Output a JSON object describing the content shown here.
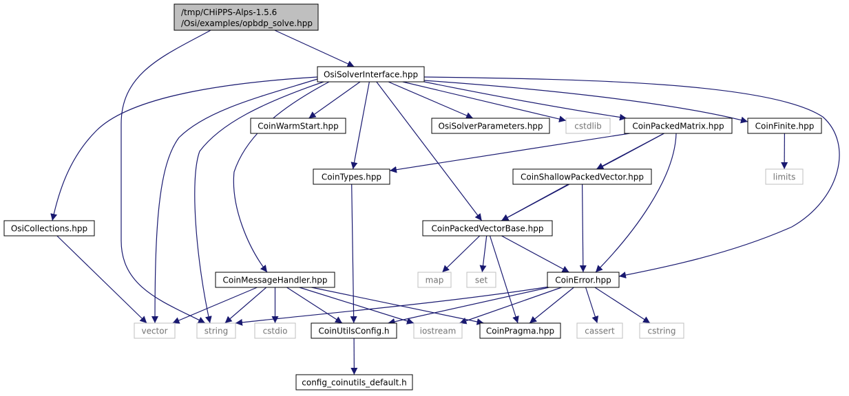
{
  "colors": {
    "edge": "#191970",
    "node_border": "#000000",
    "external_border": "#bfbfbf",
    "external_text": "#737373",
    "root_fill": "#bfbfbf",
    "text": "#000000"
  },
  "nodes": [
    {
      "id": "root",
      "lines": [
        "/tmp/CHiPPS-Alps-1.5.6",
        "/Osi/examples/opbdp_solve.hpp"
      ],
      "kind": "root"
    },
    {
      "id": "OsiSolverInterface",
      "lines": [
        "OsiSolverInterface.hpp"
      ],
      "kind": "internal"
    },
    {
      "id": "CoinWarmStart",
      "lines": [
        "CoinWarmStart.hpp"
      ],
      "kind": "internal"
    },
    {
      "id": "OsiSolverParameters",
      "lines": [
        "OsiSolverParameters.hpp"
      ],
      "kind": "internal"
    },
    {
      "id": "cstdlib",
      "lines": [
        "cstdlib"
      ],
      "kind": "external"
    },
    {
      "id": "CoinPackedMatrix",
      "lines": [
        "CoinPackedMatrix.hpp"
      ],
      "kind": "internal"
    },
    {
      "id": "CoinFinite",
      "lines": [
        "CoinFinite.hpp"
      ],
      "kind": "internal"
    },
    {
      "id": "limits",
      "lines": [
        "limits"
      ],
      "kind": "external"
    },
    {
      "id": "CoinTypes",
      "lines": [
        "CoinTypes.hpp"
      ],
      "kind": "internal"
    },
    {
      "id": "CoinShallowPackedVector",
      "lines": [
        "CoinShallowPackedVector.hpp"
      ],
      "kind": "internal"
    },
    {
      "id": "OsiCollections",
      "lines": [
        "OsiCollections.hpp"
      ],
      "kind": "internal"
    },
    {
      "id": "CoinPackedVectorBase",
      "lines": [
        "CoinPackedVectorBase.hpp"
      ],
      "kind": "internal"
    },
    {
      "id": "CoinMessageHandler",
      "lines": [
        "CoinMessageHandler.hpp"
      ],
      "kind": "internal"
    },
    {
      "id": "map",
      "lines": [
        "map"
      ],
      "kind": "external"
    },
    {
      "id": "set",
      "lines": [
        "set"
      ],
      "kind": "external"
    },
    {
      "id": "CoinError",
      "lines": [
        "CoinError.hpp"
      ],
      "kind": "internal"
    },
    {
      "id": "vector",
      "lines": [
        "vector"
      ],
      "kind": "external"
    },
    {
      "id": "string",
      "lines": [
        "string"
      ],
      "kind": "external"
    },
    {
      "id": "cstdio",
      "lines": [
        "cstdio"
      ],
      "kind": "external"
    },
    {
      "id": "CoinUtilsConfig",
      "lines": [
        "CoinUtilsConfig.h"
      ],
      "kind": "internal"
    },
    {
      "id": "iostream",
      "lines": [
        "iostream"
      ],
      "kind": "external"
    },
    {
      "id": "CoinPragma",
      "lines": [
        "CoinPragma.hpp"
      ],
      "kind": "internal"
    },
    {
      "id": "cassert",
      "lines": [
        "cassert"
      ],
      "kind": "external"
    },
    {
      "id": "cstring",
      "lines": [
        "cstring"
      ],
      "kind": "external"
    },
    {
      "id": "config_coinutils_default",
      "lines": [
        "config_coinutils_default.h"
      ],
      "kind": "internal"
    }
  ],
  "edges": [
    [
      "root",
      "OsiSolverInterface"
    ],
    [
      "root",
      "string"
    ],
    [
      "OsiSolverInterface",
      "CoinWarmStart"
    ],
    [
      "OsiSolverInterface",
      "OsiSolverParameters"
    ],
    [
      "OsiSolverInterface",
      "cstdlib"
    ],
    [
      "OsiSolverInterface",
      "CoinPackedMatrix"
    ],
    [
      "OsiSolverInterface",
      "CoinFinite"
    ],
    [
      "OsiSolverInterface",
      "CoinTypes"
    ],
    [
      "OsiSolverInterface",
      "OsiCollections"
    ],
    [
      "OsiSolverInterface",
      "CoinPackedVectorBase"
    ],
    [
      "OsiSolverInterface",
      "CoinMessageHandler"
    ],
    [
      "OsiSolverInterface",
      "CoinError"
    ],
    [
      "OsiSolverInterface",
      "vector"
    ],
    [
      "OsiSolverInterface",
      "string"
    ],
    [
      "CoinPackedMatrix",
      "CoinTypes"
    ],
    [
      "CoinPackedMatrix",
      "CoinShallowPackedVector"
    ],
    [
      "CoinPackedMatrix",
      "CoinPackedVectorBase"
    ],
    [
      "CoinPackedMatrix",
      "CoinError"
    ],
    [
      "CoinFinite",
      "limits"
    ],
    [
      "CoinShallowPackedVector",
      "CoinPackedVectorBase"
    ],
    [
      "CoinShallowPackedVector",
      "CoinError"
    ],
    [
      "CoinTypes",
      "CoinUtilsConfig"
    ],
    [
      "OsiCollections",
      "vector"
    ],
    [
      "CoinPackedVectorBase",
      "map"
    ],
    [
      "CoinPackedVectorBase",
      "set"
    ],
    [
      "CoinPackedVectorBase",
      "CoinError"
    ],
    [
      "CoinPackedVectorBase",
      "CoinPragma"
    ],
    [
      "CoinMessageHandler",
      "vector"
    ],
    [
      "CoinMessageHandler",
      "string"
    ],
    [
      "CoinMessageHandler",
      "cstdio"
    ],
    [
      "CoinMessageHandler",
      "CoinUtilsConfig"
    ],
    [
      "CoinMessageHandler",
      "iostream"
    ],
    [
      "CoinMessageHandler",
      "CoinPragma"
    ],
    [
      "CoinError",
      "string"
    ],
    [
      "CoinError",
      "CoinUtilsConfig"
    ],
    [
      "CoinError",
      "iostream"
    ],
    [
      "CoinError",
      "CoinPragma"
    ],
    [
      "CoinError",
      "cassert"
    ],
    [
      "CoinError",
      "cstring"
    ],
    [
      "CoinUtilsConfig",
      "config_coinutils_default"
    ]
  ]
}
